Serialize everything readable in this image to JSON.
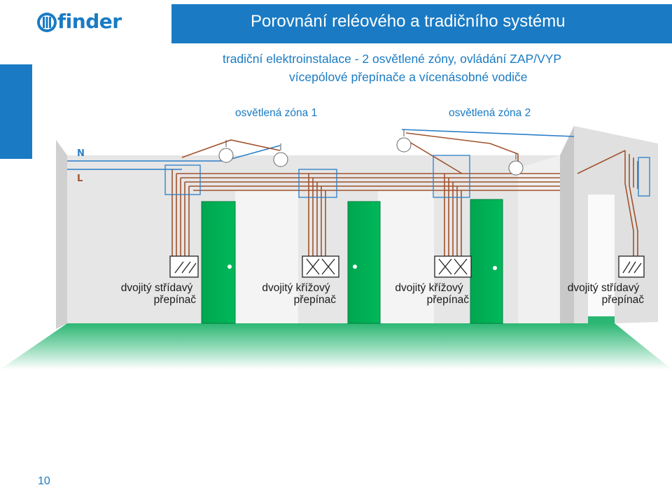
{
  "header": {
    "brand": "finder",
    "title": "Porovnání reléového a tradičního systému"
  },
  "subtitle": {
    "line1": "tradiční elektroinstalace - 2 osvětlené zóny, ovládání ZAP/VYP",
    "line2": "vícepólové přepínače a vícenásobné vodiče"
  },
  "zones": {
    "zone1": "osvětlená zóna 1",
    "zone2": "osvětlená zóna 2"
  },
  "wires": {
    "neutral": "N",
    "line": "L"
  },
  "switches": [
    {
      "line1": "dvojitý střídavý",
      "line2": "přepínač"
    },
    {
      "line1": "dvojitý křížový",
      "line2": "přepínač"
    },
    {
      "line1": "dvojitý křížový",
      "line2": "přepínač"
    },
    {
      "line1": "dvojitý střídavý",
      "line2": "přepínač"
    }
  ],
  "colors": {
    "brand_blue": "#1a7bc4",
    "wire_blue": "#2b7fc8",
    "wire_brown": "#a0522d",
    "door_green": "#00a650",
    "wall_gray": "#e3e3e3"
  },
  "page_number": "10"
}
